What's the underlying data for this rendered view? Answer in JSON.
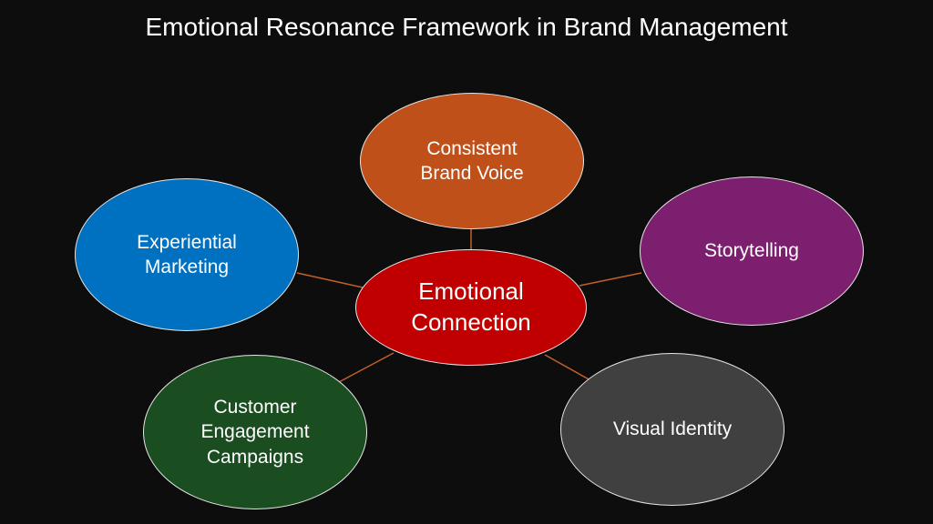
{
  "title": "Emotional Resonance Framework in Brand Management",
  "colors": {
    "background": "#0d0d0d",
    "connector": "#c0602a",
    "center": "#c00000",
    "consistent_brand_voice": "#c0501a",
    "storytelling": "#7b1f6e",
    "visual_identity": "#404040",
    "customer_engagement": "#1a4d1f",
    "experiential_marketing": "#0070c0"
  },
  "center": {
    "label": "Emotional\nConnection"
  },
  "nodes": [
    {
      "id": "voice",
      "label": "Consistent\nBrand Voice"
    },
    {
      "id": "story",
      "label": "Storytelling"
    },
    {
      "id": "visual",
      "label": "Visual Identity"
    },
    {
      "id": "cust",
      "label": "Customer\nEngagement\nCampaigns"
    },
    {
      "id": "exp",
      "label": "Experiential\nMarketing"
    }
  ]
}
